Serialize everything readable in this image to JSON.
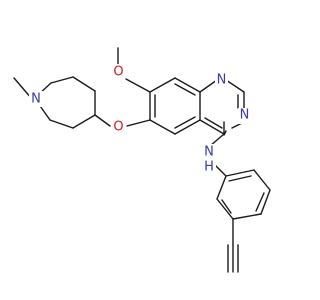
{
  "molecule": {
    "atoms": {
      "N1": {
        "symbol": "N",
        "color": "#3a3aa8"
      },
      "N3": {
        "symbol": "N",
        "color": "#3a3aa8"
      },
      "NH": {
        "symbol": "N",
        "sublabel": "H",
        "color": "#3a3aa8"
      },
      "O_methoxy": {
        "symbol": "O",
        "color": "#d02020"
      },
      "O_ether": {
        "symbol": "O",
        "color": "#d02020"
      },
      "N_pip": {
        "symbol": "N",
        "color": "#3a3aa8"
      }
    },
    "bond_color": "#1a1a1a"
  }
}
